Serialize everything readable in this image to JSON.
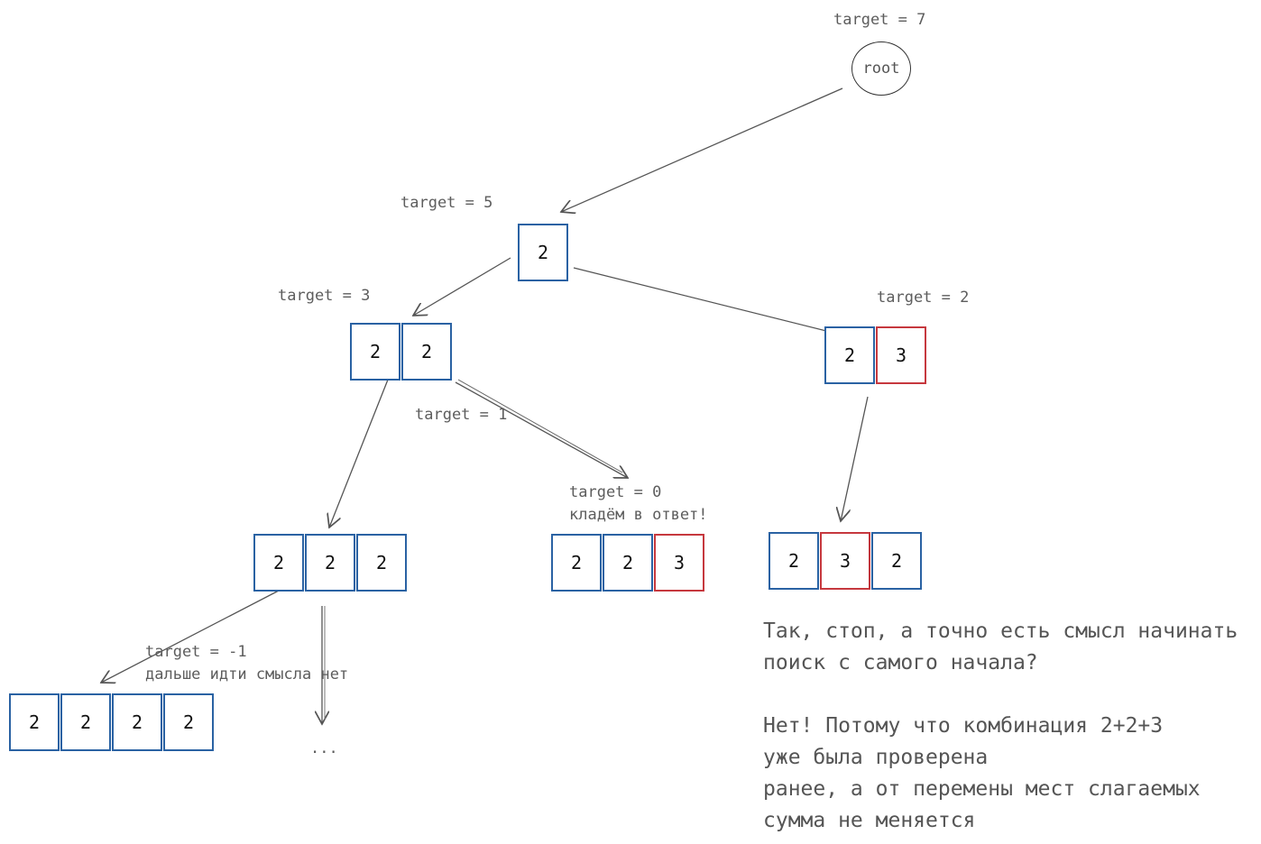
{
  "root": {
    "label": "root",
    "target": "target = 7"
  },
  "nodes": [
    {
      "id": "n1",
      "target": "target = 5",
      "values": [
        "2"
      ],
      "red": []
    },
    {
      "id": "n2",
      "target": "target = 3",
      "values": [
        "2",
        "2"
      ],
      "red": []
    },
    {
      "id": "n3",
      "target": "target = 2",
      "values": [
        "2",
        "3"
      ],
      "red": [
        1
      ]
    },
    {
      "id": "n4",
      "target": "",
      "values": [
        "2",
        "2",
        "2"
      ],
      "red": []
    },
    {
      "id": "n5",
      "target": "target = 0",
      "values": [
        "2",
        "2",
        "3"
      ],
      "red": [
        2
      ],
      "caption": "кладём в ответ!"
    },
    {
      "id": "n6",
      "target": "",
      "values": [
        "2",
        "3",
        "2"
      ],
      "red": [
        1
      ]
    },
    {
      "id": "n7",
      "target": "target = -1",
      "values": [
        "2",
        "2",
        "2",
        "2"
      ],
      "red": [],
      "caption": "дальше идти смысла нет"
    }
  ],
  "edge_labels": {
    "n2_to_n5": "target = 1"
  },
  "ellipsis": "...",
  "colors": {
    "blue": "#2a62a3",
    "red": "#c6383e",
    "text": "#5d5d5d"
  },
  "note": {
    "question_1": "Так, стоп, а точно есть смысл начинать",
    "question_2": "поиск с самого начала?",
    "answer_1": "Нет! Потому что комбинация 2+2+3",
    "answer_2": "уже была проверена",
    "answer_3": "ранее, а от перемены мест слагаемых",
    "answer_4": "сумма не меняется"
  }
}
